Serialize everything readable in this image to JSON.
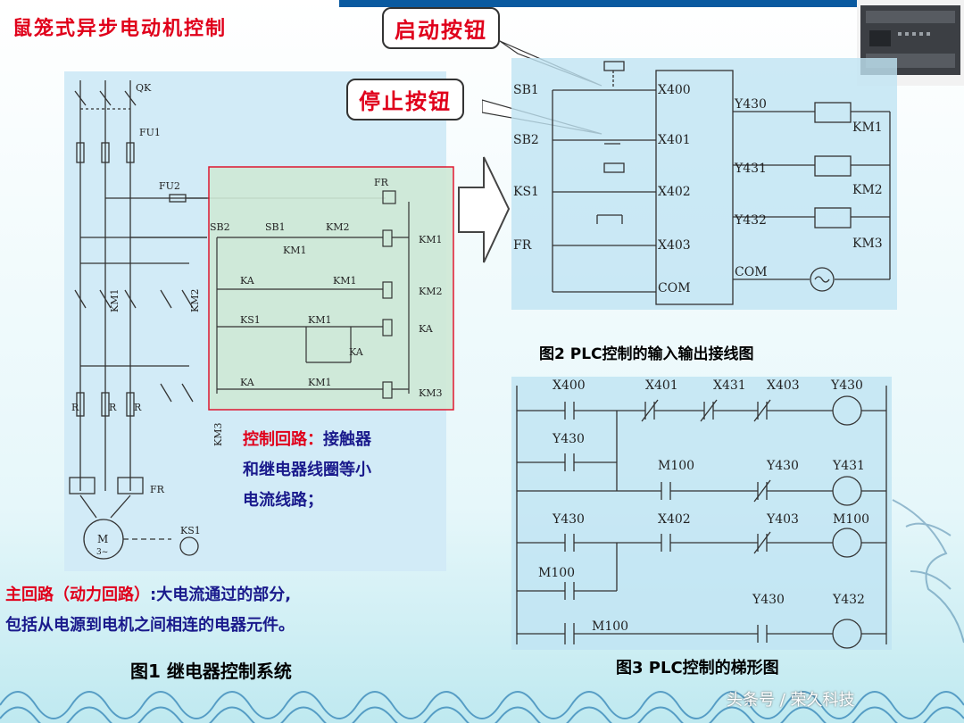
{
  "title": "鼠笼式异步电动机控制",
  "callouts": {
    "start": "启动按钮",
    "stop": "停止按钮"
  },
  "fig1": {
    "caption": "图1 继电器控制系统",
    "labels": {
      "qk": "QK",
      "fu1": "FU1",
      "fu2": "FU2",
      "fr_top": "FR",
      "fr_bottom": "FR",
      "sb2": "SB2",
      "sb1": "SB1",
      "km2_c": "KM2",
      "km1_coil": "KM1",
      "km1_sub": "KM1",
      "ka1": "KA",
      "km1_b": "KM1",
      "km2_coil": "KM2",
      "ks1": "KS1",
      "km1_c": "KM1",
      "ka_coil": "KA",
      "ka_sub": "KA",
      "ka2": "KA",
      "km1_d": "KM1",
      "km3_coil": "KM3",
      "r1": "R",
      "r2": "R",
      "r3": "R",
      "km1_main": "KM1",
      "km2_main": "KM2",
      "km3_main": "KM3",
      "ks1_b": "KS1",
      "motor": "M",
      "motor_sub": "3~"
    }
  },
  "control_note": {
    "title": "控制回路：",
    "body1": "接触器",
    "body2": "和继电器线圈等小",
    "body3": "电流线路；"
  },
  "main_note": {
    "title": "主回路（动力回路）",
    "body1": ":大电流通过的部分,",
    "body2": "包括从电源到电机之间相连的电器元件。"
  },
  "fig2": {
    "caption": "图2 PLC控制的输入输出接线图",
    "inputs": [
      "SB1",
      "SB2",
      "KS1",
      "FR"
    ],
    "x_terms": [
      "X400",
      "X401",
      "X402",
      "X403",
      "COM"
    ],
    "y_terms": [
      "Y430",
      "Y431",
      "Y432",
      "COM"
    ],
    "loads": [
      "KM1",
      "KM2",
      "KM3"
    ]
  },
  "fig3": {
    "caption": "图3 PLC控制的梯形图",
    "labels": {
      "r1_x400": "X400",
      "r1_x401": "X401",
      "r1_x431": "X431",
      "r1_x403": "X403",
      "r1_y430": "Y430",
      "r1b_y430": "Y430",
      "r2_m100": "M100",
      "r2_y430": "Y430",
      "r2_y431": "Y431",
      "r3_y430": "Y430",
      "r3_x402": "X402",
      "r3_y403": "Y403",
      "r3_m100": "M100",
      "r3b_m100": "M100",
      "r4_y430": "Y430",
      "r4_y432": "Y432",
      "r4_m100": "M100"
    }
  },
  "watermark": "头条号 / 荣久科技"
}
